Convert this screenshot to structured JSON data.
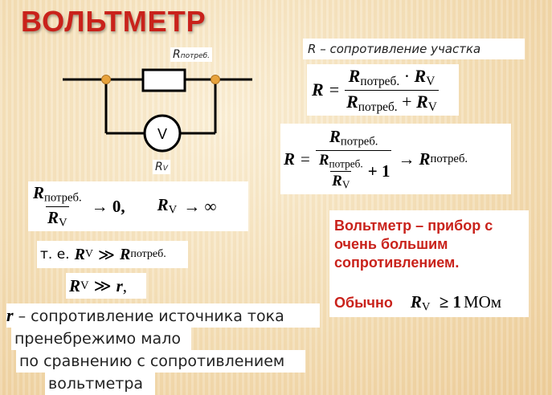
{
  "title": "ВОЛЬТМЕТР",
  "circuit": {
    "resistor_label_main": "R",
    "resistor_label_sub": "потреб.",
    "voltmeter_symbol": "V",
    "voltmeter_label_main": "R",
    "voltmeter_label_sub": "V"
  },
  "definition_r": "R – сопротивление участка",
  "formula1": {
    "lhs": "R",
    "eq": "=",
    "num_a": "R",
    "num_a_sub": "потреб.",
    "num_dot": "·",
    "num_b": "R",
    "num_b_sub": "V",
    "den_a": "R",
    "den_a_sub": "потреб.",
    "den_plus": "+",
    "den_b": "R",
    "den_b_sub": "V"
  },
  "formula2": {
    "lhs": "R",
    "eq": "=",
    "num": "R",
    "num_sub": "потреб.",
    "inner_num": "R",
    "inner_num_sub": "потреб.",
    "inner_den": "R",
    "inner_den_sub": "V",
    "plus_one": "+ 1",
    "arrow": "→",
    "result": "R",
    "result_sub": "потреб."
  },
  "limit": {
    "num": "R",
    "num_sub": "потреб.",
    "den": "R",
    "den_sub": "V",
    "arrow_zero": "→ 0,",
    "rv": "R",
    "rv_sub": "V",
    "arrow_inf": "→ ∞"
  },
  "te": {
    "prefix": "т. е.",
    "rv": "R",
    "rv_sub": "V",
    "gg": "≫",
    "r": "R",
    "r_sub": "потреб."
  },
  "rv_gg_r": {
    "rv": "R",
    "rv_sub": "V",
    "gg": "≫",
    "r": "r",
    "comma": ","
  },
  "explanation": {
    "r_symbol": "r",
    "line1": "– сопротивление источника тока",
    "line2": "пренебрежимо мало",
    "line3": "по сравнению с сопротивлением",
    "line4": "вольтметра"
  },
  "info": {
    "line1": "Вольтметр – прибор с",
    "line2": "очень большим",
    "line3": "сопротивлением.",
    "usually": "Обычно",
    "rv": "R",
    "rv_sub": "V",
    "geq": "≥ 1",
    "unit": "МОм"
  },
  "colors": {
    "title": "#c9221b",
    "info_text": "#c9221b",
    "node": "#e8a33c"
  }
}
